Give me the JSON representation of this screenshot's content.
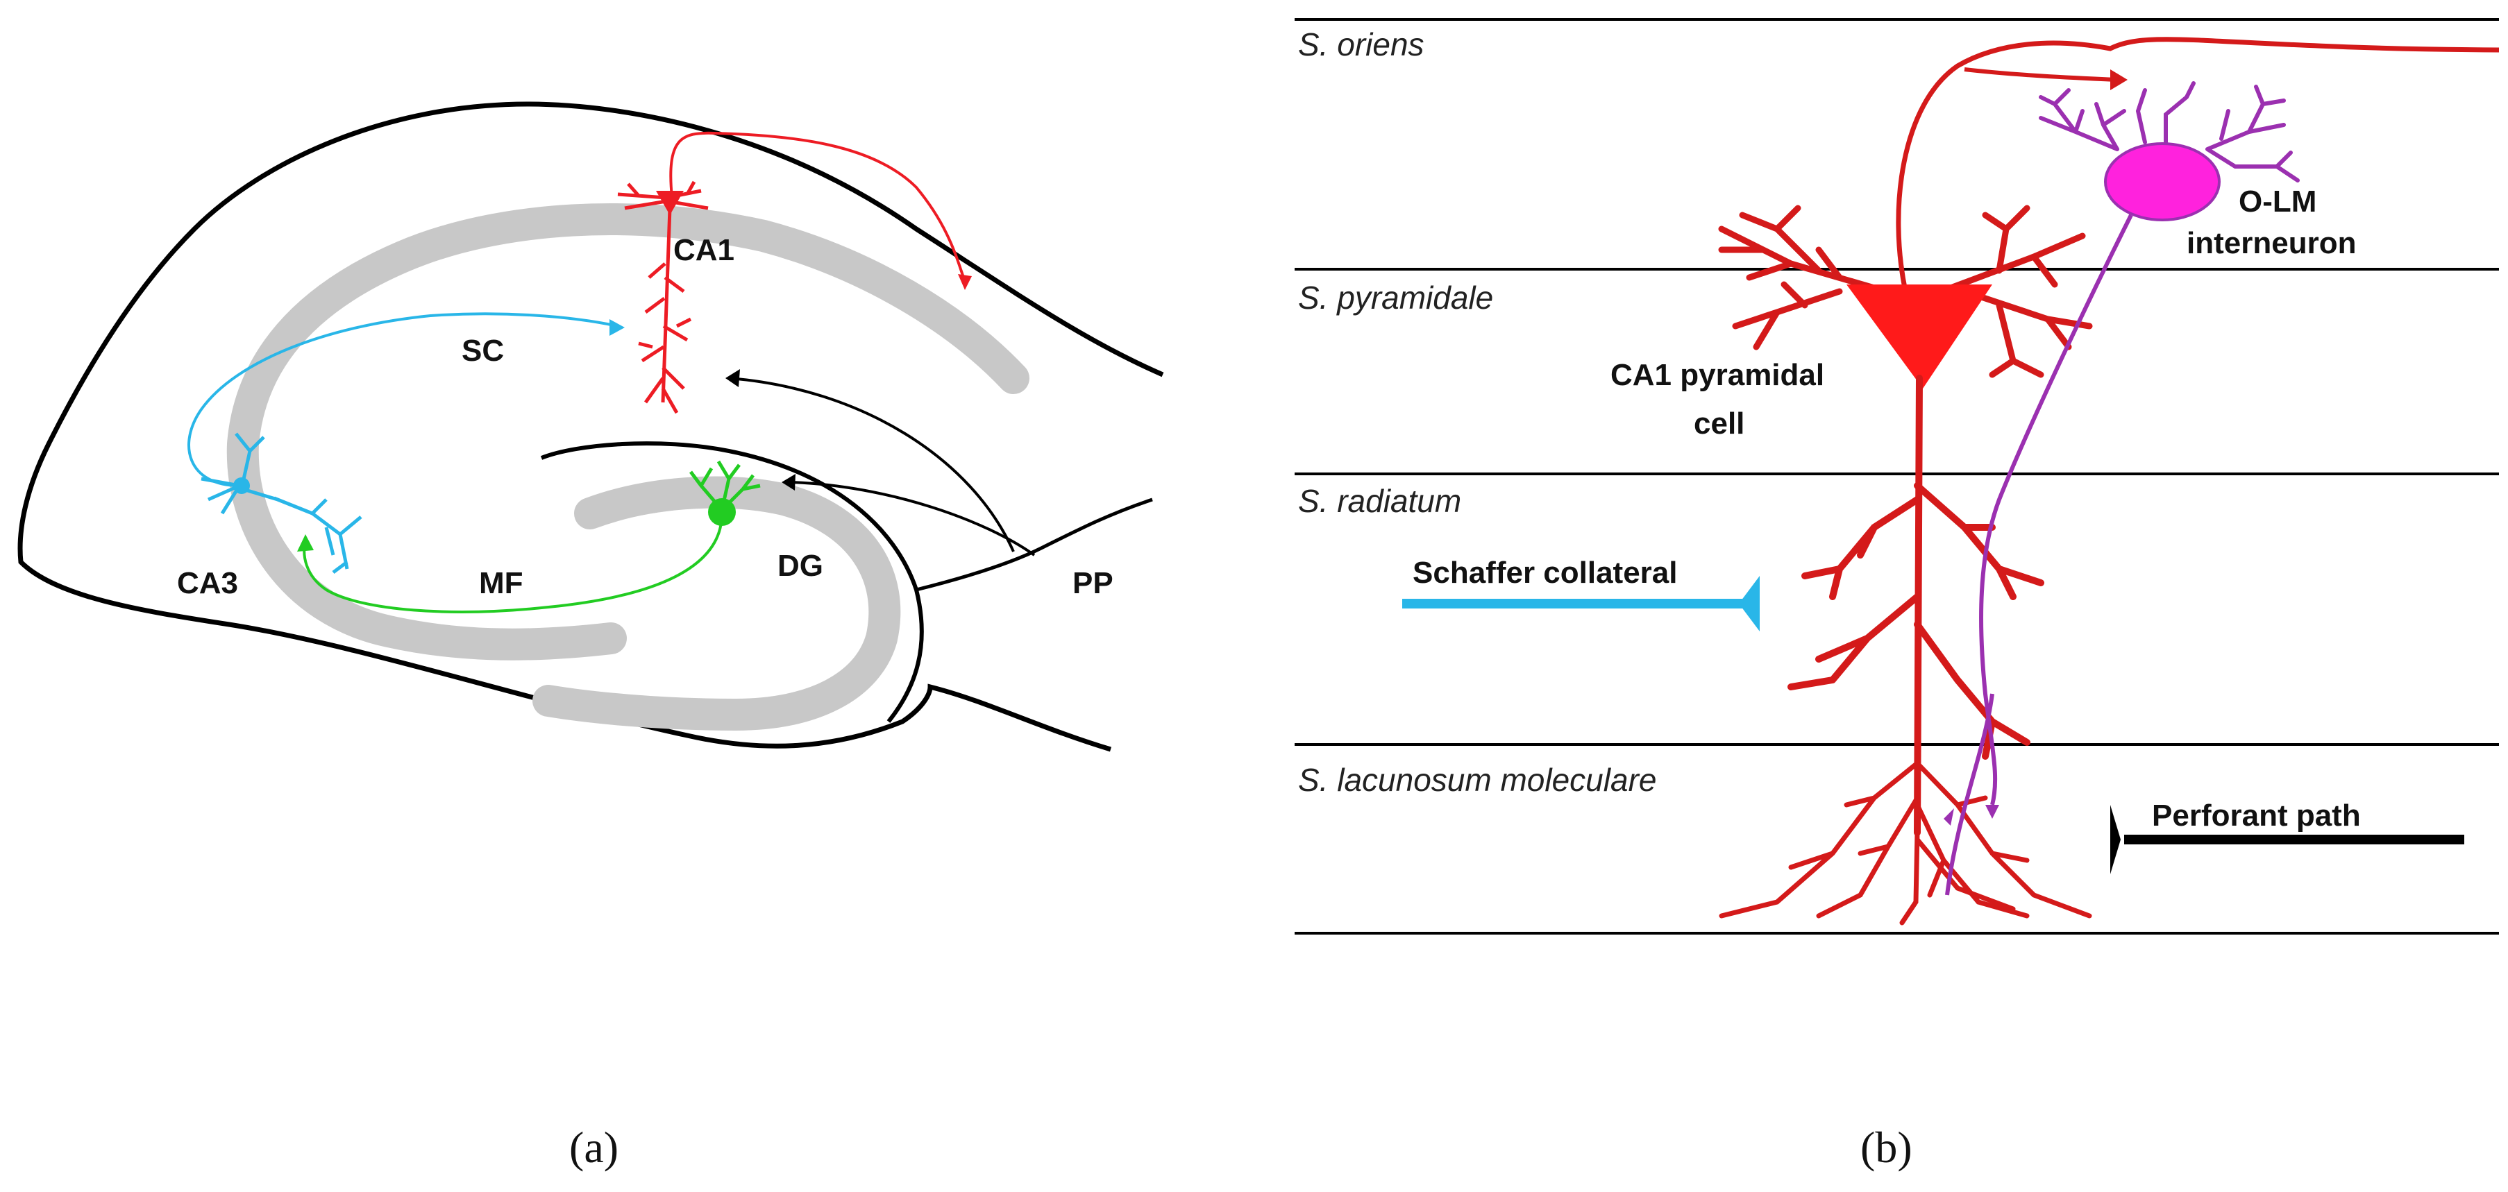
{
  "colors": {
    "ca1": "#ed1c24",
    "ca3": "#29b6e8",
    "dg": "#22cc22",
    "pyramidal": "#d41a1a",
    "interneuron_axon": "#9b30b0",
    "interneuron_soma": "#ff22dd",
    "cell_layer": "#c8c8c8",
    "outline": "#000000"
  },
  "panel_a": {
    "caption": "(a)",
    "labels": {
      "ca1": "CA1",
      "ca3": "CA3",
      "sc": "SC",
      "mf": "MF",
      "dg": "DG",
      "pp": "PP"
    }
  },
  "panel_b": {
    "caption": "(b)",
    "layers": [
      "S. oriens",
      "S. pyramidale",
      "S. radiatum",
      "S. lacunosum moleculare"
    ],
    "cell_label_line1": "CA1 pyramidal",
    "cell_label_line2": "cell",
    "interneuron_line1": "O-LM",
    "interneuron_line2": "interneuron",
    "schaffer": "Schaffer collateral",
    "perforant": "Perforant path"
  }
}
